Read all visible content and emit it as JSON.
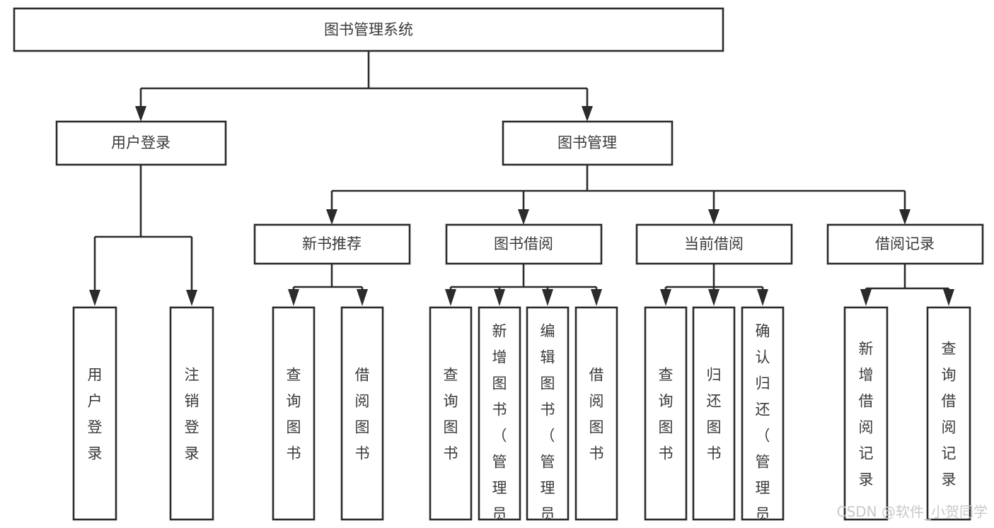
{
  "diagram": {
    "title": "图书管理系统",
    "orientation": "top-down-tree",
    "colors": {
      "box_stroke": "#2b2b2b",
      "box_fill": "#ffffff",
      "text": "#3a3a3a",
      "connector": "#2b2b2b",
      "background": "#ffffff",
      "watermark": "#c9c9c9"
    },
    "root": {
      "id": "root",
      "label": "图书管理系统",
      "orientation": "horizontal"
    },
    "level2": [
      {
        "id": "user-login",
        "label": "用户登录",
        "orientation": "horizontal"
      },
      {
        "id": "book-manage",
        "label": "图书管理",
        "orientation": "horizontal"
      }
    ],
    "level3": [
      {
        "id": "new-book-recommend",
        "label": "新书推荐",
        "orientation": "horizontal",
        "parent": "book-manage"
      },
      {
        "id": "book-borrow",
        "label": "图书借阅",
        "orientation": "horizontal",
        "parent": "book-manage"
      },
      {
        "id": "current-borrow",
        "label": "当前借阅",
        "orientation": "horizontal",
        "parent": "book-manage"
      },
      {
        "id": "borrow-record",
        "label": "借阅记录",
        "orientation": "horizontal",
        "parent": "book-manage"
      }
    ],
    "leaves": [
      {
        "id": "leaf-user-login",
        "label": "用户登录",
        "orientation": "vertical",
        "parent": "user-login",
        "align": "middle"
      },
      {
        "id": "leaf-user-logout",
        "label": "注销登录",
        "orientation": "vertical",
        "parent": "user-login",
        "align": "middle"
      },
      {
        "id": "leaf-query-book-1",
        "label": "查询图书",
        "orientation": "vertical",
        "parent": "new-book-recommend",
        "align": "middle"
      },
      {
        "id": "leaf-borrow-book-1",
        "label": "借阅图书",
        "orientation": "vertical",
        "parent": "new-book-recommend",
        "align": "middle"
      },
      {
        "id": "leaf-query-book-2",
        "label": "查询图书",
        "orientation": "vertical",
        "parent": "book-borrow",
        "align": "middle"
      },
      {
        "id": "leaf-add-book",
        "label": "新增图书（管理员）",
        "orientation": "vertical",
        "parent": "book-borrow",
        "align": "top"
      },
      {
        "id": "leaf-edit-book",
        "label": "编辑图书（管理员）",
        "orientation": "vertical",
        "parent": "book-borrow",
        "align": "top"
      },
      {
        "id": "leaf-borrow-book-2",
        "label": "借阅图书",
        "orientation": "vertical",
        "parent": "book-borrow",
        "align": "middle"
      },
      {
        "id": "leaf-query-book-3",
        "label": "查询图书",
        "orientation": "vertical",
        "parent": "current-borrow",
        "align": "middle"
      },
      {
        "id": "leaf-return-book",
        "label": "归还图书",
        "orientation": "vertical",
        "parent": "current-borrow",
        "align": "middle"
      },
      {
        "id": "leaf-confirm-return",
        "label": "确认归还（管理员）",
        "orientation": "vertical",
        "parent": "current-borrow",
        "align": "top"
      },
      {
        "id": "leaf-add-record",
        "label": "新增借阅记录",
        "orientation": "vertical",
        "parent": "borrow-record",
        "align": "middle"
      },
      {
        "id": "leaf-query-record",
        "label": "查询借阅记录",
        "orientation": "vertical",
        "parent": "borrow-record",
        "align": "middle"
      }
    ],
    "watermark": "CSDN @软件_小贺同学"
  }
}
